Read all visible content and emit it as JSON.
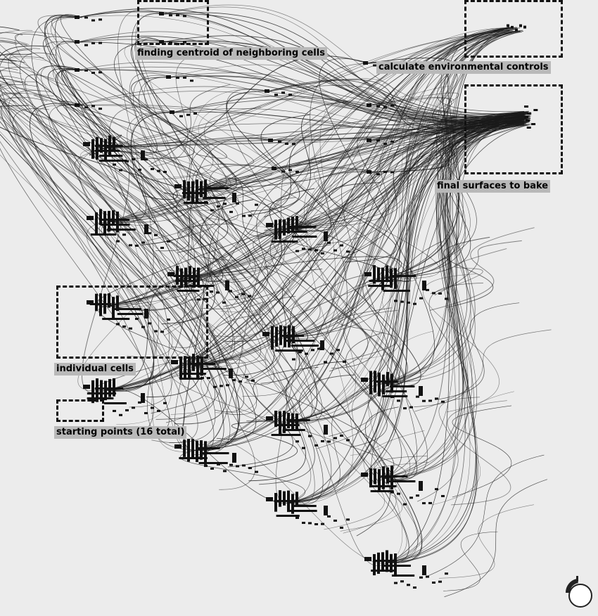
{
  "canvas": {
    "background": "#ececec",
    "wire_color": "#1a1a1a",
    "node_color": "#111111"
  },
  "regions": [
    {
      "id": "centroid",
      "label": "finding centroid of neighboring cells"
    },
    {
      "id": "env",
      "label": "calculate environmental controls"
    },
    {
      "id": "final",
      "label": "final surfaces to bake"
    },
    {
      "id": "cells",
      "label": "individual cells"
    },
    {
      "id": "start",
      "label": "starting points (16 total)"
    }
  ],
  "clusters": {
    "count": 16
  },
  "navigator": {
    "icon": "compass-dial-icon"
  }
}
